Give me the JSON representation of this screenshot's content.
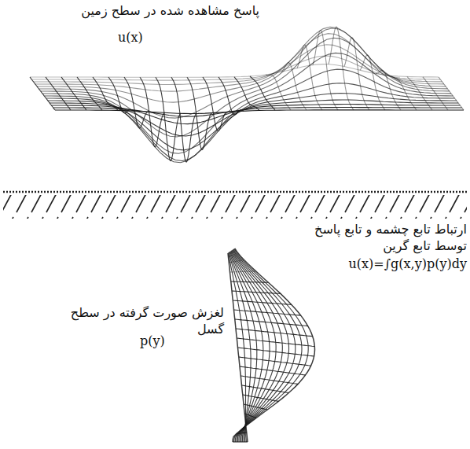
{
  "diagram": {
    "labels": [
      "پاسخ مشاهده شده در سطح زمین",
      "u(x)",
      "ارتباط تابع چشمه و تابع پاسخ توسط تابع گرین",
      "u(x)=∫g(x,y)p(y)dy",
      "لغزش صورت گرفته در سطح گسل",
      "p(y)"
    ]
  }
}
